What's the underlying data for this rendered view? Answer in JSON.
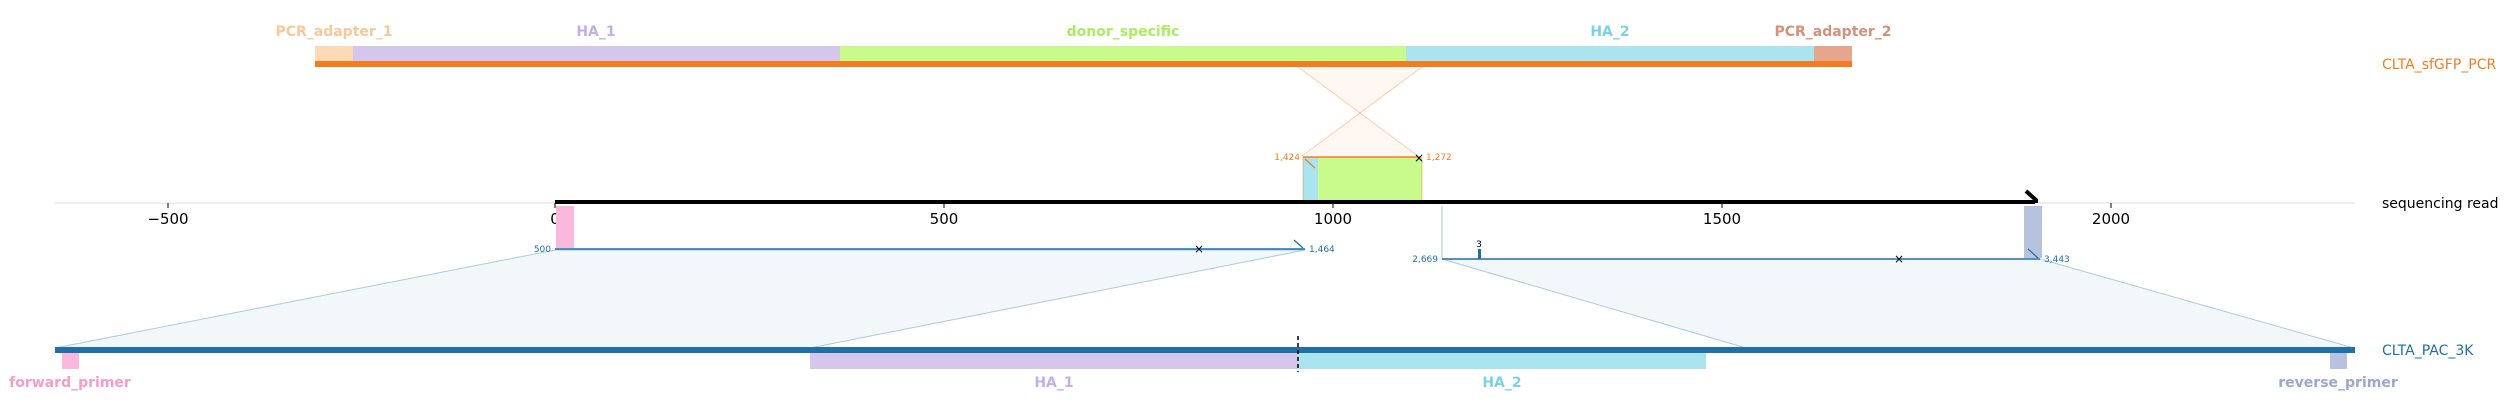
{
  "colors": {
    "orange": "#f47c20",
    "blue": "#1f6fa8",
    "black": "#000000",
    "pcr_adapter_1": "#fdd9b5",
    "pcr_adapter_1_text": "#f9c79a",
    "ha1": "#d5c6ec",
    "ha1_text": "#c4aee8",
    "donor": "#c8fa8c",
    "donor_text": "#a9ee5e",
    "ha2": "#a9e4ef",
    "ha2_text": "#79d2e6",
    "pcr_adapter_2": "#e5a68c",
    "pcr_adapter_2_text": "#d5907a",
    "forward_primer": "#fbb8dc",
    "forward_primer_text": "#f59ccb",
    "reverse_primer": "#b7c2de",
    "reverse_primer_text": "#9aa8d0"
  },
  "tracks": {
    "top": {
      "name": "CLTA_sfGFP_PCR",
      "features": [
        {
          "key": "pcr1",
          "label": "PCR_adapter_1"
        },
        {
          "key": "ha1",
          "label": "HA_1"
        },
        {
          "key": "donor",
          "label": "donor_specific"
        },
        {
          "key": "ha2",
          "label": "HA_2"
        },
        {
          "key": "pcr2",
          "label": "PCR_adapter_2"
        }
      ],
      "alignment_numbers": {
        "left": "1,424",
        "right": "1,272"
      }
    },
    "middle": {
      "name": "sequencing read",
      "axis_ticks": [
        "−500",
        "0",
        "500",
        "1000",
        "1500",
        "2000"
      ],
      "alignment_numbers": {
        "a_start": "500",
        "a_end": "1,464",
        "b_start": "2,669",
        "b_end": "3,443",
        "b_indel": "3"
      }
    },
    "bottom": {
      "name": "CLTA_PAC_3K",
      "features": [
        {
          "key": "fwd",
          "label": "forward_primer"
        },
        {
          "key": "ha1",
          "label": "HA_1"
        },
        {
          "key": "ha2",
          "label": "HA_2"
        },
        {
          "key": "rev",
          "label": "reverse_primer"
        }
      ]
    }
  }
}
